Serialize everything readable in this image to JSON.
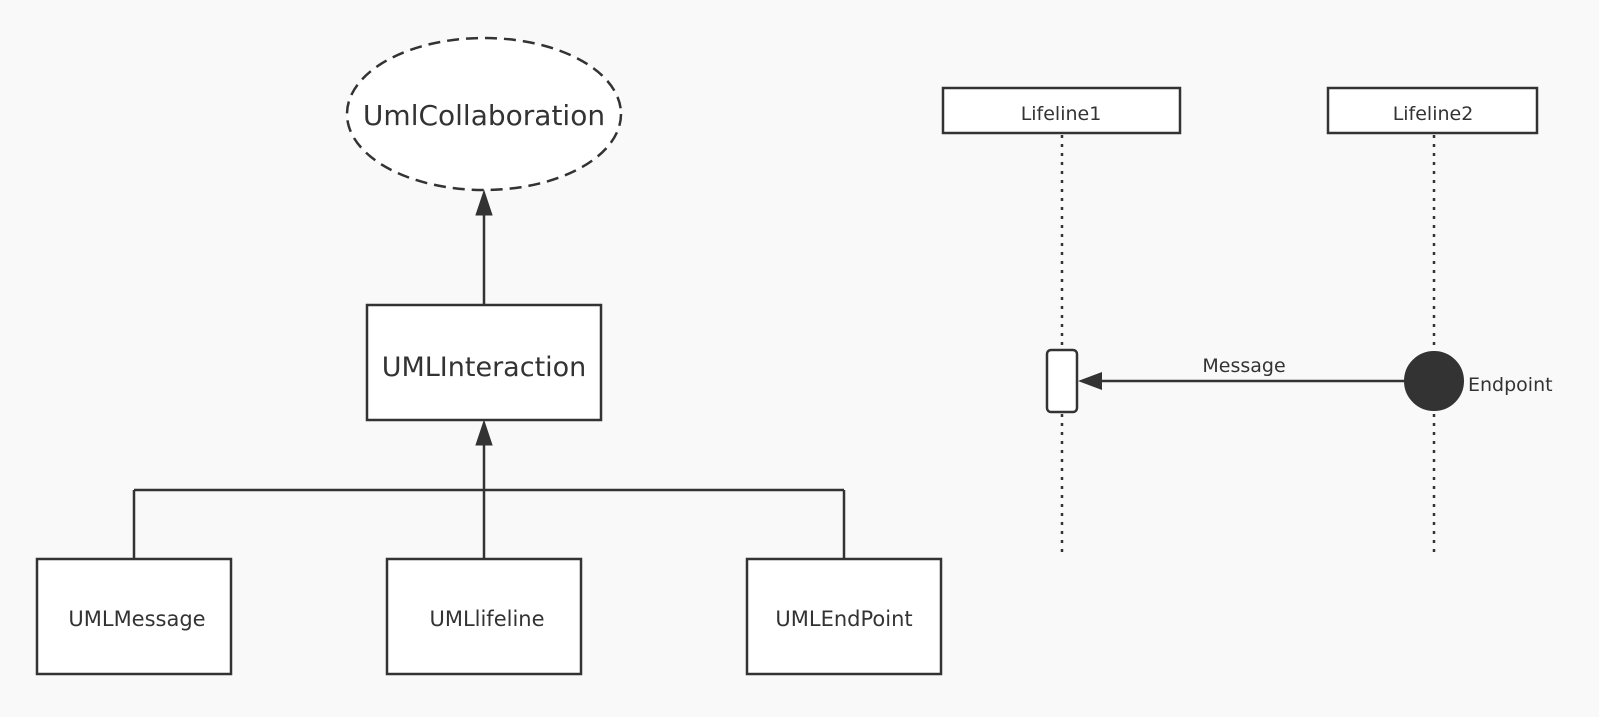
{
  "class_diagram": {
    "collaboration_label": "UmlCollaboration",
    "interaction_label": "UMLInteraction",
    "message_class_label": "UMLMessage",
    "lifeline_class_label": "UMLlifeline",
    "endpoint_class_label": "UMLEndPoint"
  },
  "sequence_diagram": {
    "lifeline1_label": "Lifeline1",
    "lifeline2_label": "Lifeline2",
    "message_label": "Message",
    "endpoint_label": "Endpoint"
  },
  "colors": {
    "background": "#f9f9f9",
    "stroke": "#333333",
    "fill": "#ffffff",
    "endpoint_fill": "#333333"
  }
}
